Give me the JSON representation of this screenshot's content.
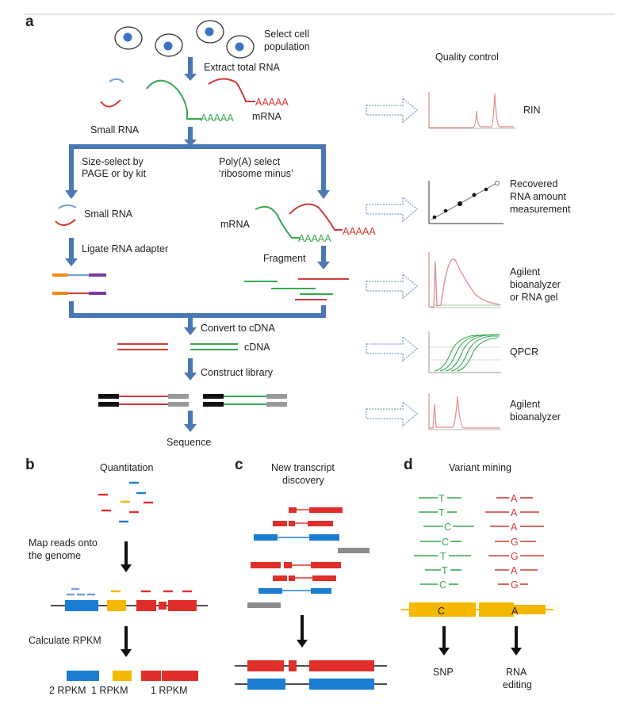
{
  "panels": {
    "a": "a",
    "b": "b",
    "c": "c",
    "d": "d"
  },
  "a": {
    "select_cell": [
      "Select cell",
      "population"
    ],
    "extract_total_rna": "Extract total RNA",
    "small_rna": "Small RNA",
    "mrna": "mRNA",
    "polya": "AAAAA",
    "size_select": [
      "Size-select by",
      "PAGE or by kit"
    ],
    "polya_select": [
      "Poly(A) select",
      "‘ribosome minus’"
    ],
    "small_rna_2": "Small RNA",
    "mrna_2": "mRNA",
    "ligate_adapter": "Ligate RNA adapter",
    "fragment": "Fragment",
    "convert_cdna": "Convert to cDNA",
    "cdna": "cDNA",
    "construct_library": "Construct library",
    "sequence": "Sequence"
  },
  "quality_control": {
    "title": "Quality control",
    "items": [
      {
        "label": [
          "RIN"
        ]
      },
      {
        "label": [
          "Recovered",
          "RNA amount",
          "measurement"
        ]
      },
      {
        "label": [
          "Agilent",
          "bioanalyzer",
          "or RNA gel"
        ]
      },
      {
        "label": [
          "QPCR"
        ]
      },
      {
        "label": [
          "Agilent",
          "bioanalyzer"
        ]
      }
    ]
  },
  "b": {
    "title": "Quantitation",
    "map_reads": [
      "Map reads onto",
      "the genome"
    ],
    "calc_rpkm": "Calculate RPKM",
    "rpkm": [
      "2 RPKM",
      "1  RPKM",
      "1 RPKM"
    ]
  },
  "c": {
    "title": [
      "New transcript",
      "discovery"
    ]
  },
  "d": {
    "title": "Variant mining",
    "left_bases": [
      "T",
      "T",
      "C",
      "C",
      "T",
      "T",
      "C"
    ],
    "right_bases": [
      "A",
      "A",
      "A",
      "G",
      "G",
      "A",
      "G"
    ],
    "ref_bases": [
      "C",
      "A"
    ],
    "snp": "SNP",
    "rna_editing": [
      "RNA",
      "editing"
    ]
  },
  "colors": {
    "flow_blue": "#4a78b5",
    "red": "#d23a36",
    "green": "#37a84f",
    "light_blue": "#6fa1d6",
    "gene_blue": "#1a7dd1",
    "gene_red": "#e02f2a",
    "gene_yellow": "#f5b800",
    "orange": "#f08a1c",
    "purple": "#7a3d9c",
    "grey": "#8c8c8c",
    "qc_pink": "#e08c8c",
    "qc_arrow": "#8faed6"
  }
}
